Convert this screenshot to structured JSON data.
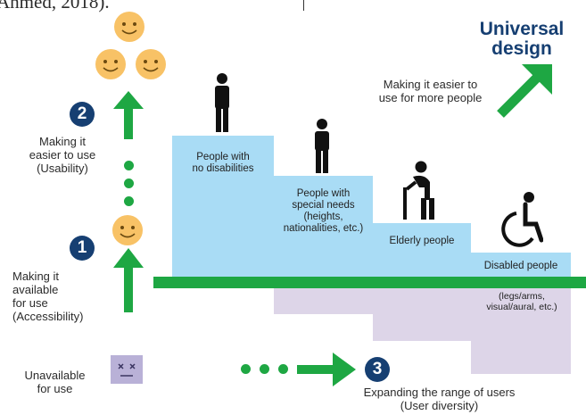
{
  "top_text": "Ahmed, 2018).",
  "title": "Universal\ndesign",
  "more_people": "Making it easier to\nuse for more people",
  "step2": {
    "number": "2",
    "label": "Making it\neasier to use\n(Usability)"
  },
  "step1": {
    "number": "1",
    "label": "Making it\navailable\nfor use\n(Accessibility)"
  },
  "unavailable": "Unavailable\nfor use",
  "step3": {
    "number": "3",
    "label": "Expanding the range of users\n(User diversity)"
  },
  "stairs": [
    {
      "label": "People with\nno disabilities"
    },
    {
      "label": "People with\nspecial needs\n(heights,\nnationalities, etc.)"
    },
    {
      "label": "Elderly people"
    },
    {
      "label": "Disabled people"
    }
  ],
  "disabled_detail": "(legs/arms,\nvisual/aural, etc.)",
  "colors": {
    "green": "#1ea743",
    "navy": "#163f72",
    "step": "#a9dcf5",
    "under": "#ddd5e8",
    "smiley": "#f8c266"
  }
}
